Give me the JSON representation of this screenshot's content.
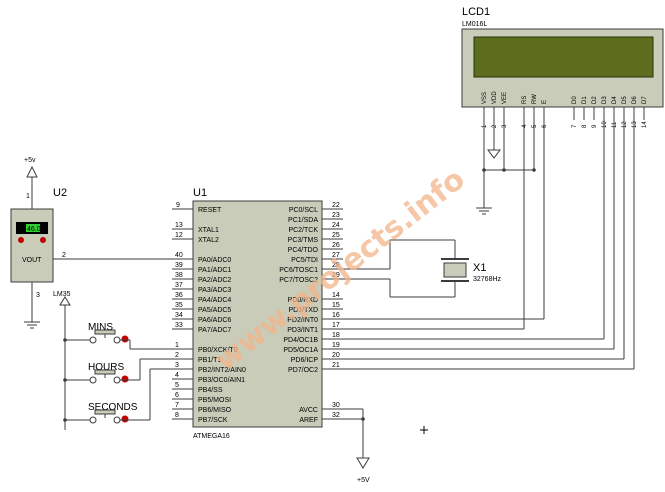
{
  "watermark": "www.projects.info",
  "lcd": {
    "ref": "LCD1",
    "part": "LM016L",
    "screen_color": "#5c6e1e",
    "pins": [
      "VSS",
      "VDD",
      "VEE",
      "RS",
      "RW",
      "E",
      "D0",
      "D1",
      "D2",
      "D3",
      "D4",
      "D5",
      "D6",
      "D7"
    ],
    "pin_numbers": [
      "1",
      "2",
      "3",
      "4",
      "5",
      "6",
      "7",
      "8",
      "9",
      "10",
      "11",
      "12",
      "13",
      "14"
    ]
  },
  "u1": {
    "ref": "U1",
    "part": "ATMEGA16",
    "body_color": "#c8ccb8",
    "reset_label": "RESET",
    "reset_pin": "9",
    "left_pins": [
      {
        "num": "13",
        "label": "XTAL1"
      },
      {
        "num": "12",
        "label": "XTAL2"
      },
      {
        "num": "40",
        "label": "PA0/ADC0"
      },
      {
        "num": "39",
        "label": "PA1/ADC1"
      },
      {
        "num": "38",
        "label": "PA2/ADC2"
      },
      {
        "num": "37",
        "label": "PA3/ADC3"
      },
      {
        "num": "36",
        "label": "PA4/ADC4"
      },
      {
        "num": "35",
        "label": "PA5/ADC5"
      },
      {
        "num": "34",
        "label": "PA6/ADC6"
      },
      {
        "num": "33",
        "label": "PA7/ADC7"
      },
      {
        "num": "1",
        "label": "PB0/XCK/T0"
      },
      {
        "num": "2",
        "label": "PB1/T1"
      },
      {
        "num": "3",
        "label": "PB2/INT2/AIN0"
      },
      {
        "num": "4",
        "label": "PB3/OC0/AIN1"
      },
      {
        "num": "5",
        "label": "PB4/SS"
      },
      {
        "num": "6",
        "label": "PB5/MOSI"
      },
      {
        "num": "7",
        "label": "PB6/MISO"
      },
      {
        "num": "8",
        "label": "PB7/SCK"
      }
    ],
    "right_pins": [
      {
        "num": "22",
        "label": "PC0/SCL"
      },
      {
        "num": "23",
        "label": "PC1/SDA"
      },
      {
        "num": "24",
        "label": "PC2/TCK"
      },
      {
        "num": "25",
        "label": "PC3/TMS"
      },
      {
        "num": "26",
        "label": "PC4/TDO"
      },
      {
        "num": "27",
        "label": "PC5/TDI"
      },
      {
        "num": "28",
        "label": "PC6/TOSC1"
      },
      {
        "num": "29",
        "label": "PC7/TOSC2"
      },
      {
        "num": "14",
        "label": "PD0/RXD"
      },
      {
        "num": "15",
        "label": "PD1/TXD"
      },
      {
        "num": "16",
        "label": "PD2/INT0"
      },
      {
        "num": "17",
        "label": "PD3/INT1"
      },
      {
        "num": "18",
        "label": "PD4/OC1B"
      },
      {
        "num": "19",
        "label": "PD5/OC1A"
      },
      {
        "num": "20",
        "label": "PD6/ICP"
      },
      {
        "num": "21",
        "label": "PD7/OC2"
      },
      {
        "num": "30",
        "label": "AVCC"
      },
      {
        "num": "32",
        "label": "AREF"
      }
    ]
  },
  "u2": {
    "ref": "U2",
    "part": "LM35",
    "display_value": "46.0",
    "out_label": "VOUT",
    "pin_vcc": "1",
    "pin_out": "2",
    "pin_gnd": "3"
  },
  "crystal": {
    "ref": "X1",
    "value": "32768Hz"
  },
  "power": {
    "u2_supply": "+5v",
    "u1_supply": "+5V"
  },
  "buttons": [
    {
      "label": "MINS"
    },
    {
      "label": "HOURS"
    },
    {
      "label": "SECONDS"
    }
  ],
  "colors": {
    "wire": "#3c3c3c",
    "red_terminal": "#c00000",
    "ic_body": "#c8ccb8",
    "lcd_body": "#c8ccb8",
    "lcd_screen": "#5c6e1e",
    "watermark": "#f3b58a"
  }
}
